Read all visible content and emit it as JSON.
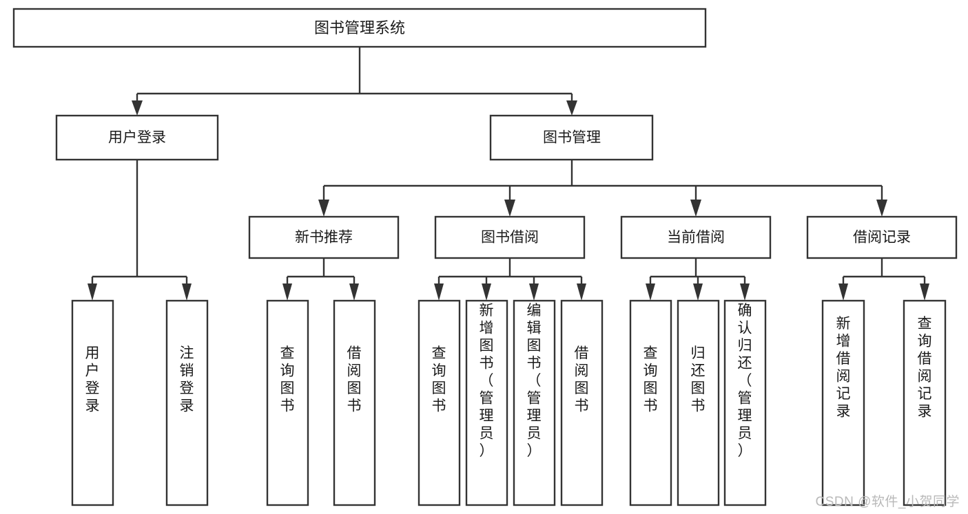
{
  "diagram": {
    "type": "tree-hierarchy",
    "title": "图书管理系统",
    "orientation": "top-down",
    "colors": {
      "stroke": "#333333",
      "fill": "#ffffff",
      "text": "#1a1a1a",
      "watermark": "#b9b9b9"
    },
    "levels": {
      "root": {
        "label": "图书管理系统"
      },
      "level2": [
        {
          "id": "user-login",
          "label": "用户登录"
        },
        {
          "id": "book-management",
          "label": "图书管理"
        }
      ],
      "level3": [
        {
          "id": "new-book-recommend",
          "label": "新书推荐",
          "parent": "book-management"
        },
        {
          "id": "book-borrow",
          "label": "图书借阅",
          "parent": "book-management"
        },
        {
          "id": "current-borrow",
          "label": "当前借阅",
          "parent": "book-management"
        },
        {
          "id": "borrow-record",
          "label": "借阅记录",
          "parent": "book-management"
        }
      ],
      "leaves": [
        {
          "id": "leaf-user-login",
          "label": "用户登录",
          "parent": "user-login"
        },
        {
          "id": "leaf-logout-login",
          "label": "注销登录",
          "parent": "user-login"
        },
        {
          "id": "leaf-query-book-1",
          "label": "查询图书",
          "parent": "new-book-recommend"
        },
        {
          "id": "leaf-borrow-book-1",
          "label": "借阅图书",
          "parent": "new-book-recommend"
        },
        {
          "id": "leaf-query-book-2",
          "label": "查询图书",
          "parent": "book-borrow"
        },
        {
          "id": "leaf-add-book",
          "label": "新增图书（管理员）",
          "parent": "book-borrow"
        },
        {
          "id": "leaf-edit-book",
          "label": "编辑图书（管理员）",
          "parent": "book-borrow"
        },
        {
          "id": "leaf-borrow-book-2",
          "label": "借阅图书",
          "parent": "book-borrow"
        },
        {
          "id": "leaf-query-book-3",
          "label": "查询图书",
          "parent": "current-borrow"
        },
        {
          "id": "leaf-return-book",
          "label": "归还图书",
          "parent": "current-borrow"
        },
        {
          "id": "leaf-confirm-return",
          "label": "确认归还（管理员）",
          "parent": "current-borrow"
        },
        {
          "id": "leaf-add-record",
          "label": "新增借阅记录",
          "parent": "borrow-record"
        },
        {
          "id": "leaf-query-record",
          "label": "查询借阅记录",
          "parent": "borrow-record"
        }
      ]
    }
  },
  "watermark": {
    "text": "CSDN @软件_小贺同学"
  }
}
